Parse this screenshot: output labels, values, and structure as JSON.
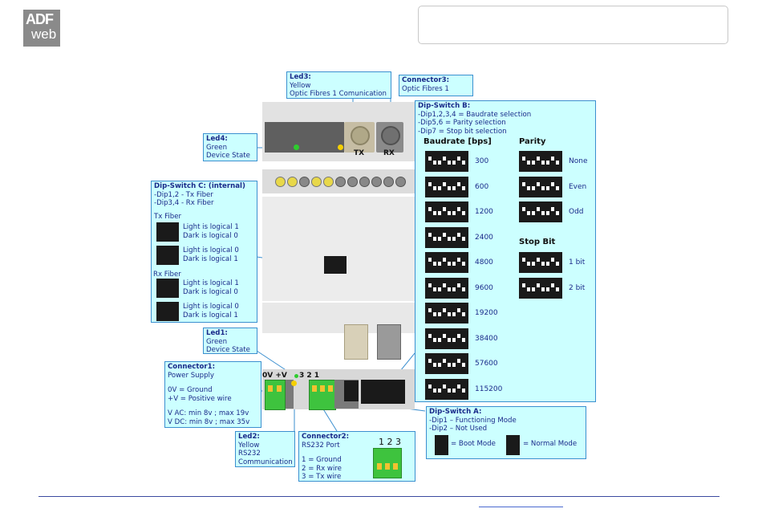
{
  "logo": {
    "line1": "ADF",
    "line2": "web"
  },
  "callouts": {
    "led3": {
      "title": "Led3:",
      "lines": [
        "Yellow",
        "Optic Fibres 1 Comunication"
      ]
    },
    "connector3": {
      "title": "Connector3:",
      "lines": [
        "Optic Fibres 1"
      ]
    },
    "led4": {
      "title": "Led4:",
      "lines": [
        "Green",
        "Device State"
      ]
    },
    "dip_c": {
      "title": "Dip-Switch C: (internal)",
      "lines": [
        "-Dip1,2 - Tx Fiber",
        "-Dip3,4 - Rx Fiber"
      ]
    },
    "led1": {
      "title": "Led1:",
      "lines": [
        "Green",
        "Device State"
      ]
    },
    "connector1": {
      "title": "Connector1:",
      "lines": [
        "Power Supply",
        "",
        "0V  = Ground",
        "+V = Positive wire",
        "",
        "V AC: min 8v ; max 19v",
        "V DC: min 8v ; max 35v"
      ]
    },
    "led2": {
      "title": "Led2:",
      "lines": [
        "Yellow",
        "RS232",
        "Communication"
      ]
    },
    "connector2": {
      "title": "Connector2:",
      "lines": [
        "RS232 Port",
        "",
        "1 = Ground",
        "2 = Rx wire",
        "3 = Tx wire"
      ]
    },
    "dip_a": {
      "title": "Dip-Switch A:",
      "lines": [
        "-Dip1 – Functioning Mode",
        "-Dip2 – Not Used"
      ]
    },
    "dip_b": {
      "title": "Dip-Switch B:",
      "lines": [
        "-Dip1,2,3,4 = Baudrate selection",
        "-Dip5,6 = Parity selection",
        "-Dip7 = Stop bit selection"
      ]
    }
  },
  "dip_c_sections": {
    "tx": {
      "title": "Tx Fiber",
      "rows": [
        [
          "Light is logical 1",
          "Dark is logical 0"
        ],
        [
          "Light is logical 0",
          "Dark is logical 1"
        ]
      ]
    },
    "rx": {
      "title": "Rx Fiber",
      "rows": [
        [
          "Light is logical 1",
          "Dark is logical 0"
        ],
        [
          "Light is logical 0",
          "Dark is logical 1"
        ]
      ]
    }
  },
  "dip_a_modes": {
    "boot": "= Boot Mode",
    "normal": "= Normal Mode"
  },
  "device_labels": {
    "tx": "TX",
    "rx": "RX",
    "power": "0V +V",
    "rs232": "3  2  1",
    "rs232_top": "1  2  3"
  },
  "baudrate": {
    "header": "Baudrate [bps]",
    "values": [
      "300",
      "600",
      "1200",
      "2400",
      "4800",
      "9600",
      "19200",
      "38400",
      "57600",
      "115200"
    ]
  },
  "parity": {
    "header": "Parity",
    "values": [
      "None",
      "Even",
      "Odd"
    ]
  },
  "stopbit": {
    "header": "Stop Bit",
    "values": [
      "1 bit",
      "2 bit"
    ]
  },
  "colors": {
    "callout_bg": "#ccffff",
    "callout_border": "#3b8fcf",
    "text": "#1a2a8a",
    "terminal": "#3ec33e"
  }
}
